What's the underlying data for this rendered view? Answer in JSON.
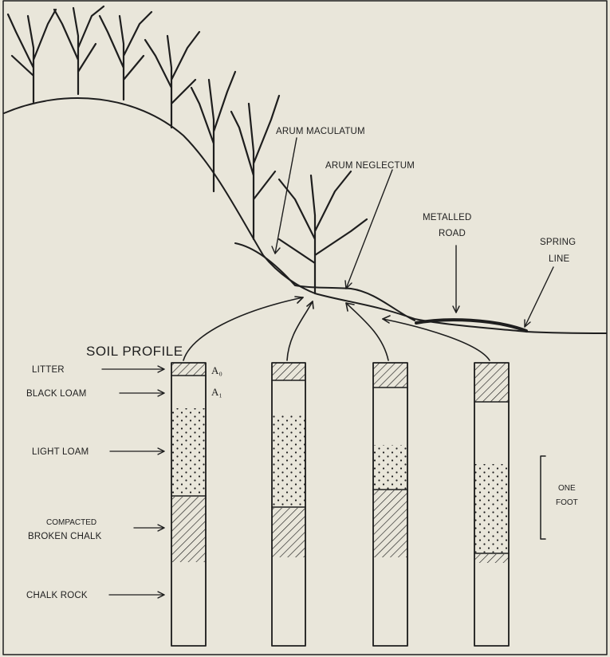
{
  "labels": {
    "arum_maculatum": "ARUM MACULATUM",
    "arum_neglectum": "ARUM NEGLECTUM",
    "metalled_road": [
      "METALLED",
      "ROAD"
    ],
    "spring_line": [
      "SPRING",
      "LINE"
    ],
    "soil_profile": "SOIL PROFILE"
  },
  "horizons": {
    "a0": "A₀",
    "a1": "A₁"
  },
  "layers": {
    "litter": "LITTER",
    "black_loam": "BLACK LOAM",
    "light_loam": "LIGHT LOAM",
    "compacted_chalk": [
      "COMPACTED",
      "BROKEN CHALK"
    ],
    "chalk_rock": "CHALK ROCK"
  },
  "scale": [
    "ONE",
    "FOOT"
  ],
  "colors": {
    "background": "#e9e6da",
    "ink": "#1e1e1e"
  }
}
